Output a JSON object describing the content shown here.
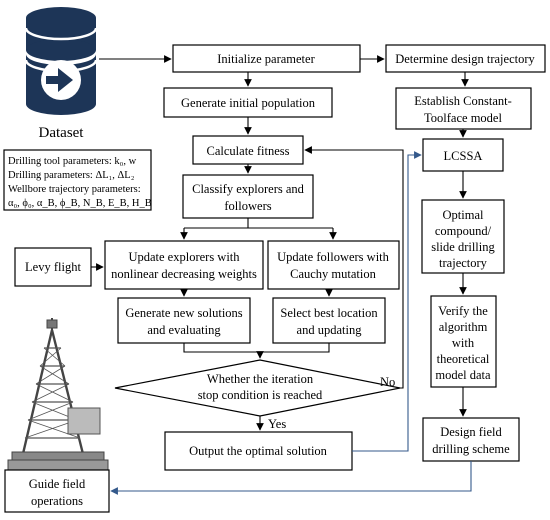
{
  "dataset": {
    "label": "Dataset",
    "icon": "database-icon",
    "params": [
      "Drilling tool parameters: k₀, w",
      "Drilling parameters: ΔL₁, ΔL₂",
      "Wellbore trajectory parameters:",
      "α₀, ϕ₀, α_B, ϕ_B, N_B, E_B, H_B"
    ]
  },
  "nodes": {
    "init_param": [
      "Initialize parameter"
    ],
    "gen_pop": [
      "Generate initial population"
    ],
    "calc_fitness": [
      "Calculate fitness"
    ],
    "classify": [
      "Classify explorers and",
      "followers"
    ],
    "levy": [
      "Levy flight"
    ],
    "update_explorers": [
      "Update explorers with",
      "nonlinear decreasing weights"
    ],
    "update_followers": [
      "Update followers with",
      "Cauchy mutation"
    ],
    "gen_new": [
      "Generate new solutions",
      "and evaluating"
    ],
    "select_best": [
      "Select best location",
      "and updating"
    ],
    "decision": [
      "Whether the iteration",
      "stop condition is reached"
    ],
    "output": [
      "Output the optimal solution"
    ],
    "guide": [
      "Guide field",
      "operations"
    ],
    "design_traj": [
      "Determine design trajectory"
    ],
    "establish": [
      "Establish Constant-",
      "Toolface model"
    ],
    "lcssa": [
      "LCSSA"
    ],
    "optimal": [
      "Optimal",
      "compound/",
      "slide drilling",
      "trajectory"
    ],
    "verify": [
      "Verify the",
      "algorithm",
      "with",
      "theoretical",
      "model data"
    ],
    "design_field": [
      "Design field",
      "drilling scheme"
    ]
  },
  "edge_labels": {
    "no": "No",
    "yes": "Yes"
  },
  "colors": {
    "line": "#000000",
    "feedback_line": "#34598b",
    "icon_dark": "#1d3557"
  },
  "rig_icon": "drilling-rig-icon"
}
